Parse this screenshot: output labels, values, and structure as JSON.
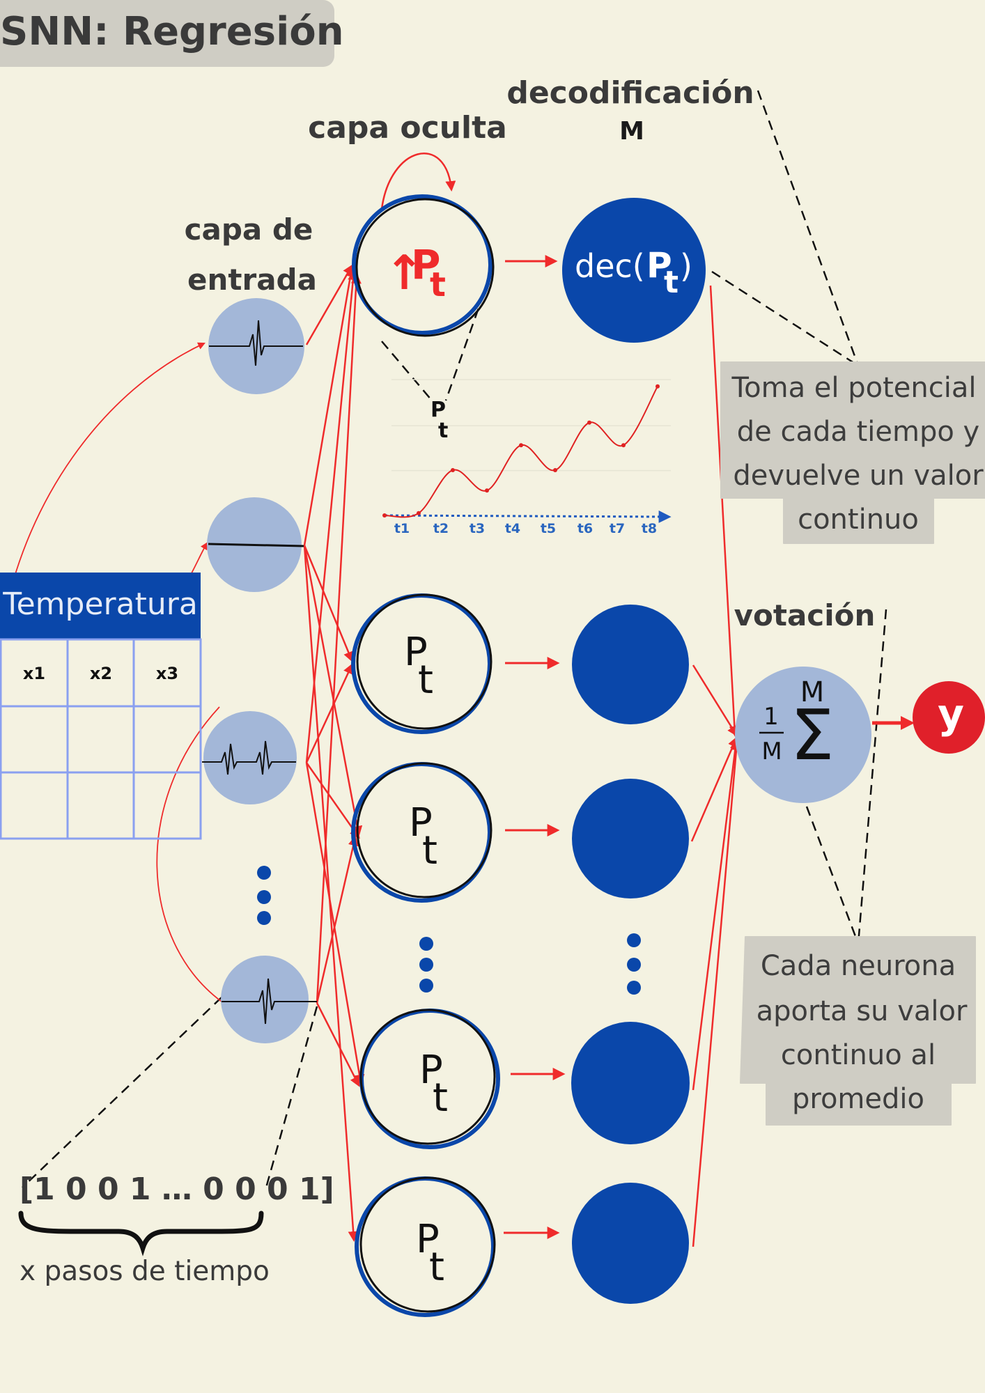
{
  "title": "SNN: Regresión",
  "labels": {
    "decoding": "decodificación",
    "decoding_m": "M",
    "hidden_layer": "capa oculta",
    "input_layer_line1": "capa de",
    "input_layer_line2": "entrada",
    "voting": "votación",
    "pt_small": "P",
    "pt_small_sub": "t"
  },
  "hidden_neuron_top": {
    "arrow": "↑",
    "symbol": "P",
    "sub": "t"
  },
  "hidden_neuron_label": {
    "symbol": "P",
    "sub": "t"
  },
  "decoder_top": {
    "prefix": "dec(",
    "symbol": "P",
    "sub": "t",
    "suffix": " )"
  },
  "table": {
    "header": "Temperatura",
    "columns": [
      "x1",
      "x2",
      "x3"
    ],
    "rows": [
      [
        "",
        "",
        ""
      ],
      [
        "",
        "",
        ""
      ]
    ]
  },
  "spike_train": {
    "text": "[1 0 0 1 … 0 0 0 1]",
    "caption": "x pasos de tiempo"
  },
  "note_decoding": [
    "Toma el potencial",
    "de cada tiempo y",
    "devuelve un valor",
    "continuo"
  ],
  "note_voting": [
    "Cada neurona",
    "aporta su valor",
    "continuo al",
    "promedio"
  ],
  "sum_node": {
    "numerator": "1",
    "denominator": "M",
    "upper": "M",
    "symbol": "Σ"
  },
  "output": {
    "label": "y"
  },
  "colors": {
    "background": "#f4f2e1",
    "neuron_blue": "#0a47aa",
    "light_blue": "#a3b7d8",
    "red": "#ef2b2b",
    "note_gray": "#cfcdc4",
    "title_box": "#cfcdc4",
    "table_blue": "#0a47aa"
  },
  "chart_data": {
    "type": "line",
    "title": "",
    "categories": [
      "t1",
      "t2",
      "t3",
      "t4",
      "t5",
      "t6",
      "t7",
      "t8"
    ],
    "series": [
      {
        "values": [
          0.0,
          0.05,
          1.0,
          0.55,
          1.55,
          1.0,
          2.05,
          1.55,
          2.85
        ]
      }
    ],
    "x_labels": [
      "t1",
      "t2",
      "t3",
      "t4",
      "t5",
      "t6",
      "t7",
      "t8"
    ],
    "ylim": [
      0,
      3
    ],
    "grid": true,
    "color": "#e02222"
  }
}
